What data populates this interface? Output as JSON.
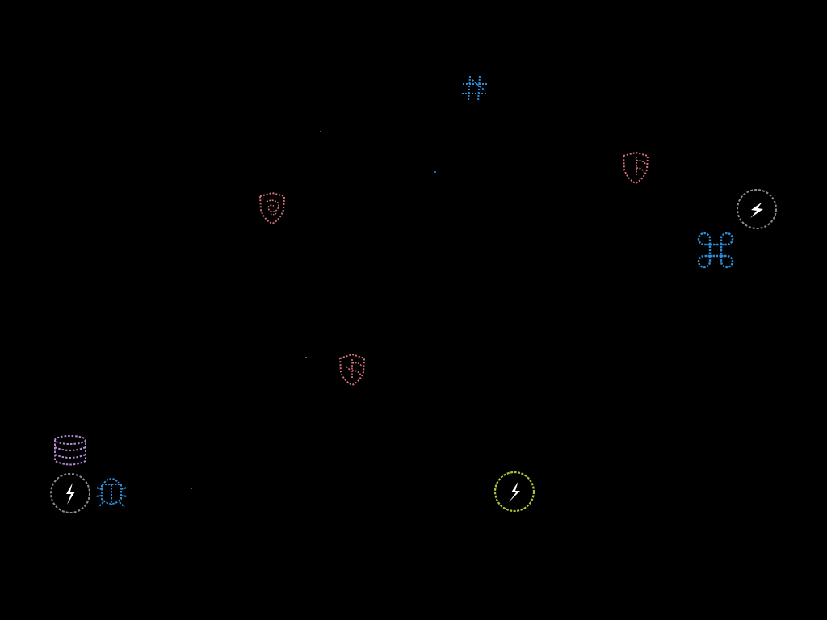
{
  "scene": {
    "background": "#000000",
    "colors": {
      "pink": "#d9707a",
      "blue": "#2a8ed8",
      "lavender": "#b48ad6",
      "white": "#ffffff",
      "gray": "#8c8c8c",
      "green": "#a6c63a"
    },
    "sprites": [
      {
        "name": "shield-icon",
        "kind": "shield",
        "color": "pink"
      },
      {
        "name": "shield-icon",
        "kind": "shield",
        "color": "pink"
      },
      {
        "name": "shield-icon",
        "kind": "shield",
        "color": "pink"
      },
      {
        "name": "bug-icon",
        "kind": "bug",
        "color": "blue"
      },
      {
        "name": "command-icon",
        "kind": "command",
        "color": "blue"
      },
      {
        "name": "hash-icon",
        "kind": "hash",
        "color": "blue"
      },
      {
        "name": "database-icon",
        "kind": "database",
        "color": "lavender"
      },
      {
        "name": "bolt-orb-icon",
        "kind": "bolt-orb",
        "color": "gray"
      },
      {
        "name": "bolt-orb-icon",
        "kind": "bolt-orb",
        "color": "gray"
      },
      {
        "name": "bolt-orb-icon",
        "kind": "bolt-orb",
        "color": "green"
      }
    ]
  }
}
